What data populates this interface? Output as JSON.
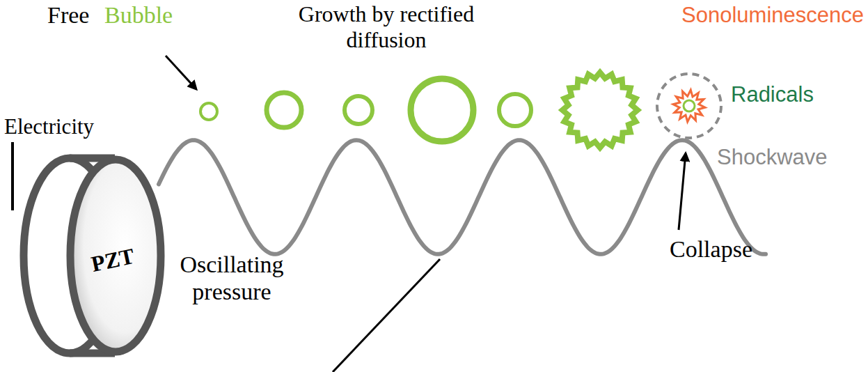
{
  "diagram": {
    "nodes": [
      {
        "text": [
          "PZT"
        ]
      }
    ],
    "labels": [
      "Free",
      "Bubble",
      "Growth by rectified diffusion",
      "Sonoluminescence",
      "Electricity",
      "Radicals",
      "Shockwave",
      "Oscillating pressure",
      "Collapse"
    ]
  }
}
